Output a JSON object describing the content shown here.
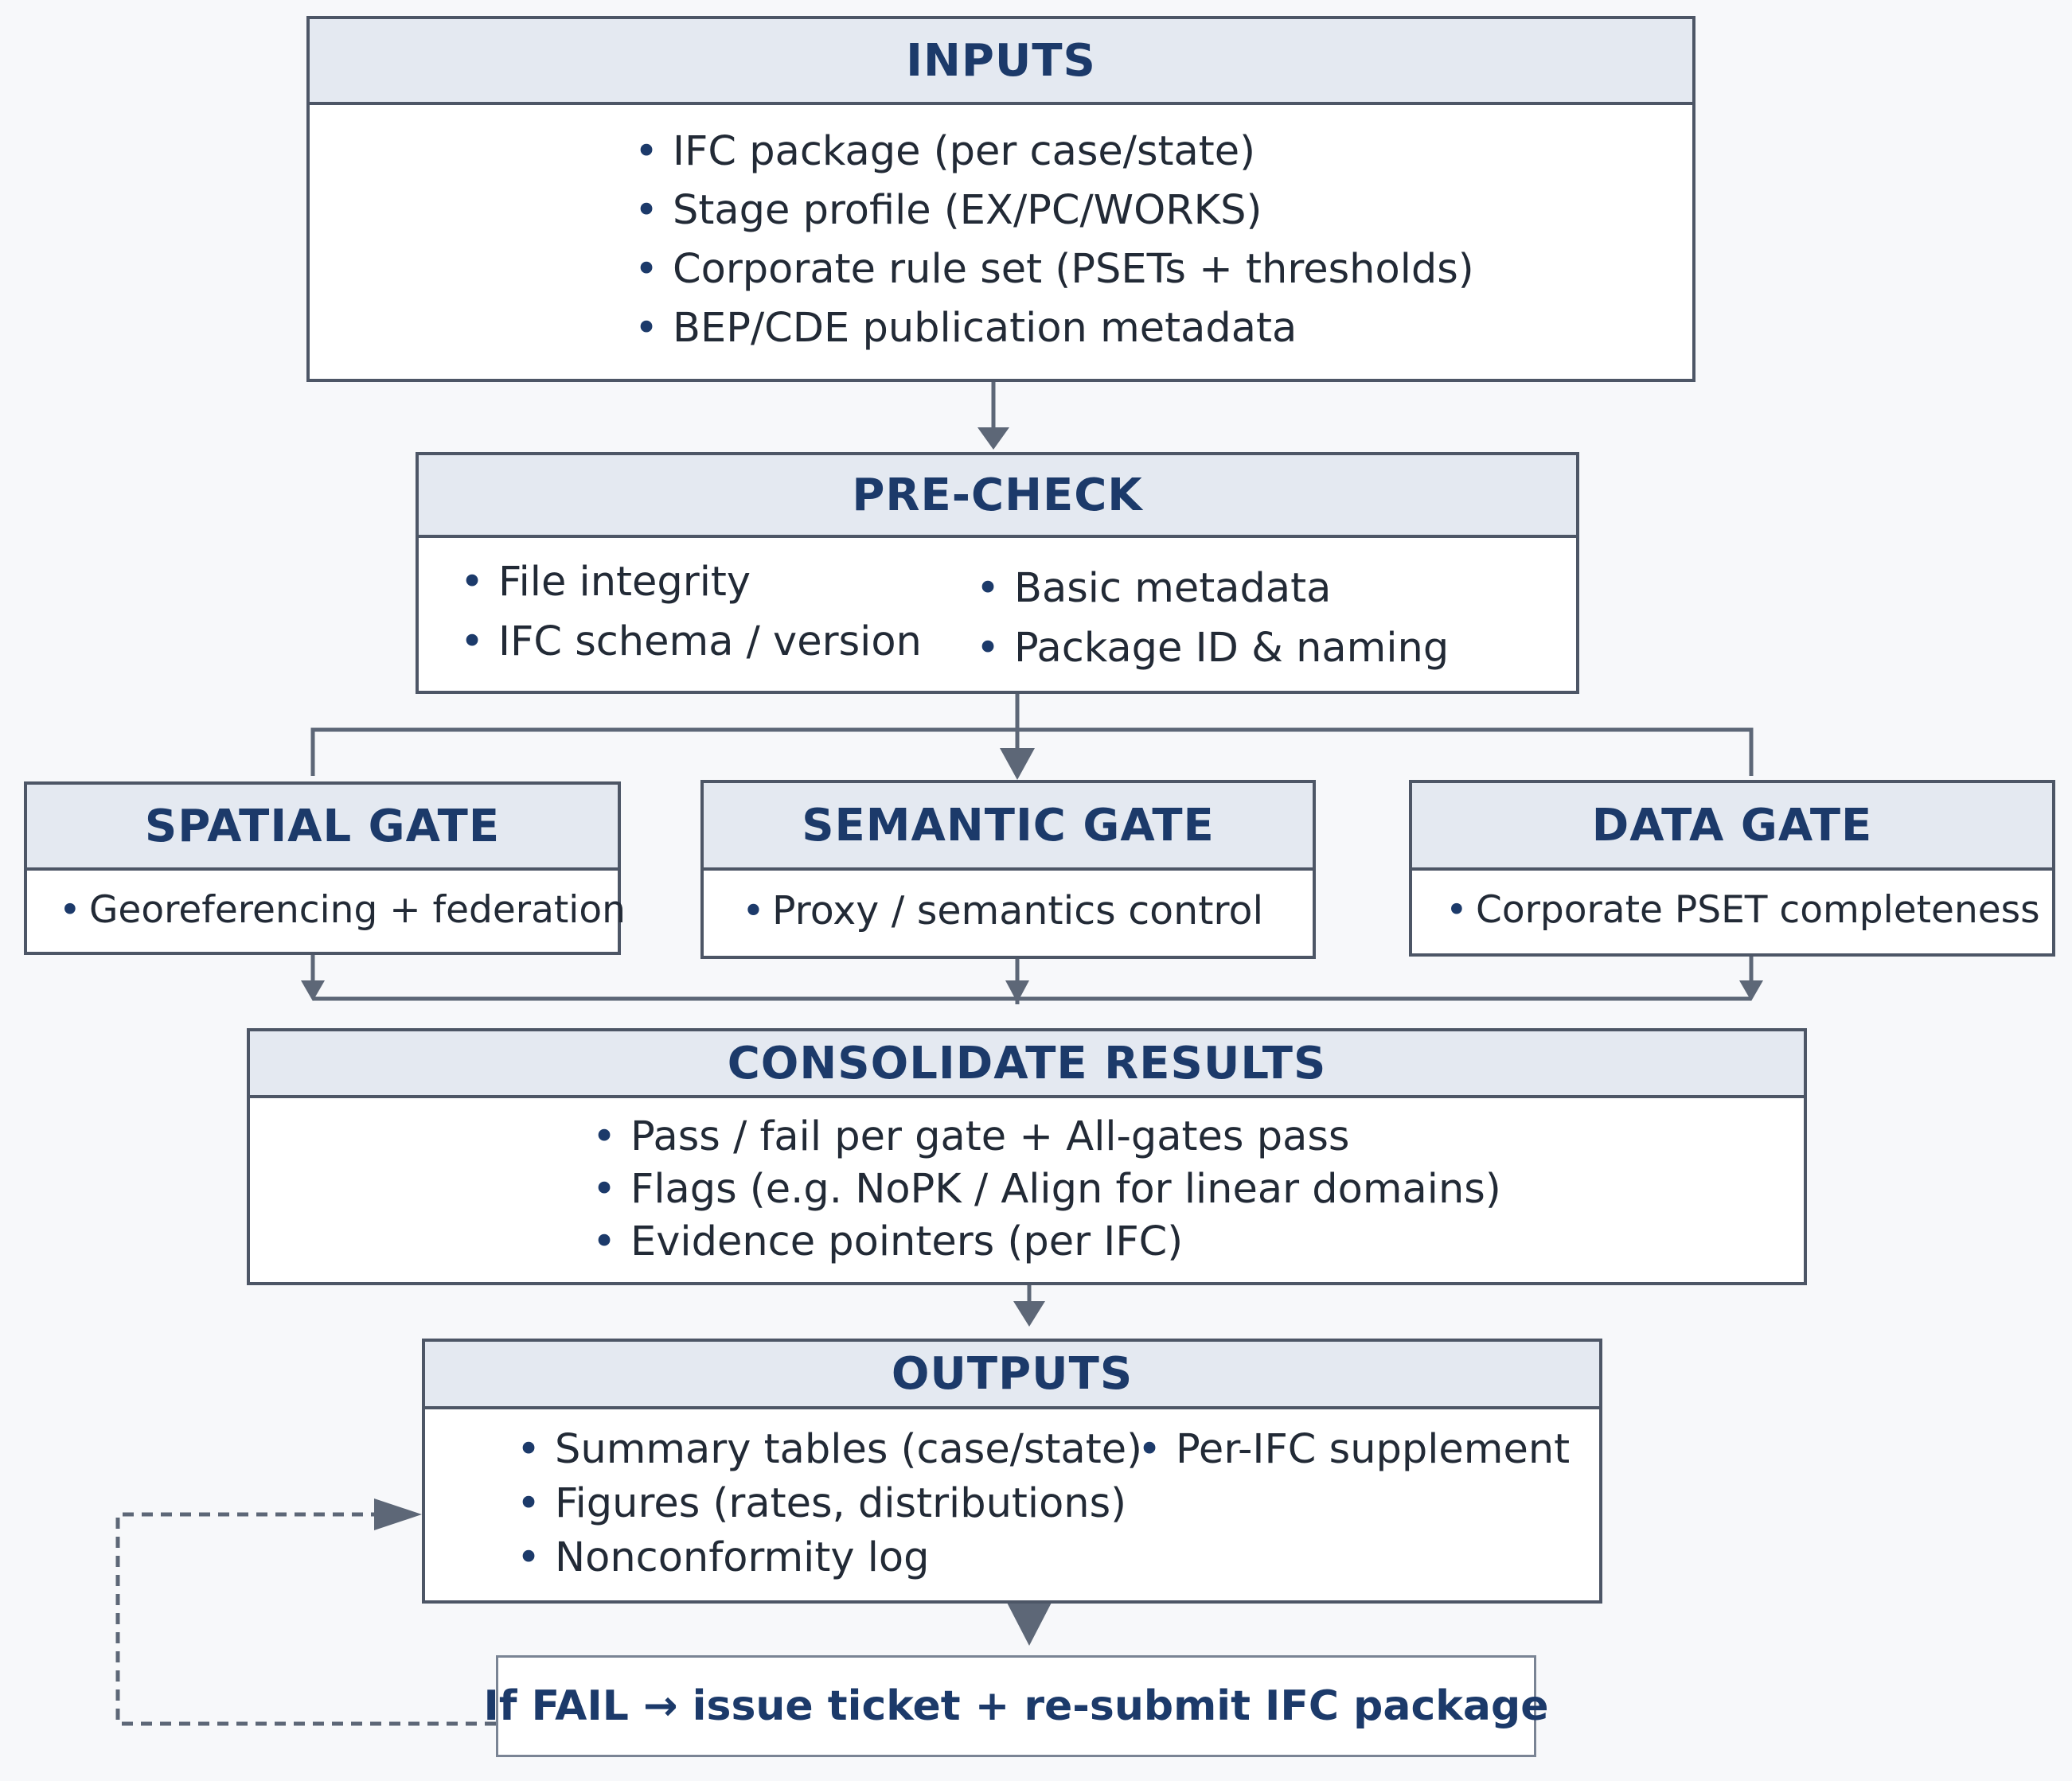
{
  "inputs": {
    "title": "INPUTS",
    "items": [
      "IFC package (per case/state)",
      "Stage profile (EX/PC/WORKS)",
      "Corporate rule set (PSETs + thresholds)",
      "BEP/CDE publication metadata"
    ]
  },
  "precheck": {
    "title": "PRE-CHECK",
    "left_items": [
      "File integrity",
      "IFC schema / version"
    ],
    "right_items": [
      "Basic metadata",
      "Package ID & naming"
    ]
  },
  "gates": {
    "spatial": {
      "title": "SPATIAL GATE",
      "item": "Georeferencing + federation"
    },
    "semantic": {
      "title": "SEMANTIC GATE",
      "item": "Proxy / semantics control"
    },
    "data": {
      "title": "DATA GATE",
      "item": "Corporate PSET completeness"
    }
  },
  "consolidate": {
    "title": "CONSOLIDATE RESULTS",
    "items": [
      "Pass / fail per gate + All-gates pass",
      "Flags (e.g. NoPK / Align for linear domains)",
      "Evidence pointers (per IFC)"
    ]
  },
  "outputs": {
    "title": "OUTPUTS",
    "left_items": [
      "Summary tables (case/state)",
      "Figures (rates, distributions)",
      "Nonconformity log"
    ],
    "right_items": [
      "Per-IFC supplement"
    ]
  },
  "retry": {
    "text": "If FAIL → issue ticket + re-submit IFC package"
  },
  "colors": {
    "border": "#4d5666",
    "header_fill": "#e4e9f1",
    "title_text": "#1c3a6a",
    "body_text": "#222a36",
    "connector": "#5d6777"
  }
}
